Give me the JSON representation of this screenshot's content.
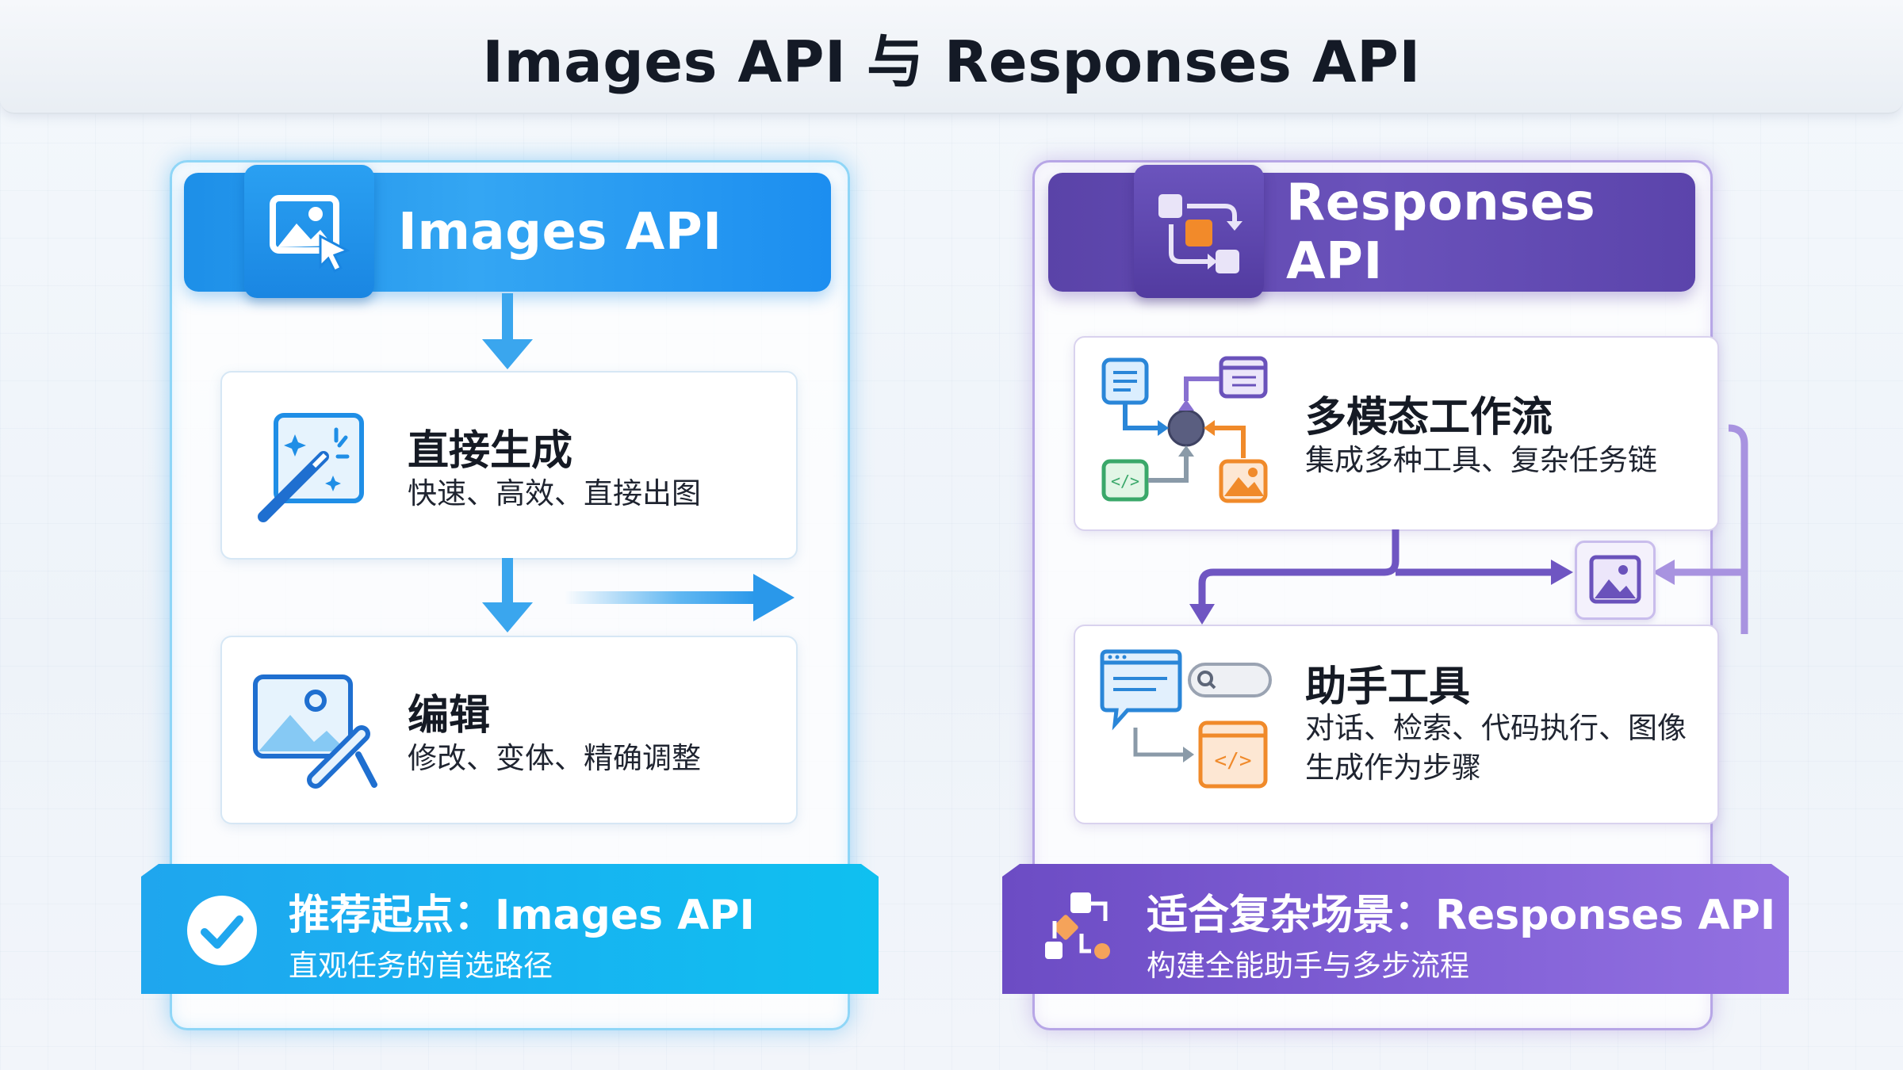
{
  "page": {
    "title": "Images API 与 Responses API"
  },
  "left": {
    "header_title": "Images API",
    "header_icon": "image-cursor-icon",
    "cards": [
      {
        "title": "直接生成",
        "sub": "快速、高效、直接出图",
        "icon": "magic-wand-icon"
      },
      {
        "title": "编辑",
        "sub": "修改、变体、精确调整",
        "icon": "image-edit-pencil-icon"
      }
    ],
    "footer": {
      "title": "推荐起点：Images API",
      "sub": "直观任务的首选路径",
      "icon": "check-circle-icon"
    },
    "colors": {
      "primary": "#1d8fe8",
      "accent": "#18b2f1"
    }
  },
  "right": {
    "header_title": "Responses API",
    "header_icon": "workflow-icon",
    "cards": [
      {
        "title": "多模态工作流",
        "sub": "集成多种工具、复杂任务链",
        "icon": "multimodal-flow-icon"
      },
      {
        "title": "助手工具",
        "sub_lines": [
          "对话、检索、代码执行、图像",
          "生成作为步骤"
        ],
        "icon": "assistant-tools-icon"
      }
    ],
    "footer": {
      "title": "适合复杂场景：Responses API",
      "sub": "构建全能助手与多步流程",
      "icon": "flow-nodes-icon"
    },
    "colors": {
      "primary": "#5a43a8",
      "accent": "#8160d6"
    }
  }
}
